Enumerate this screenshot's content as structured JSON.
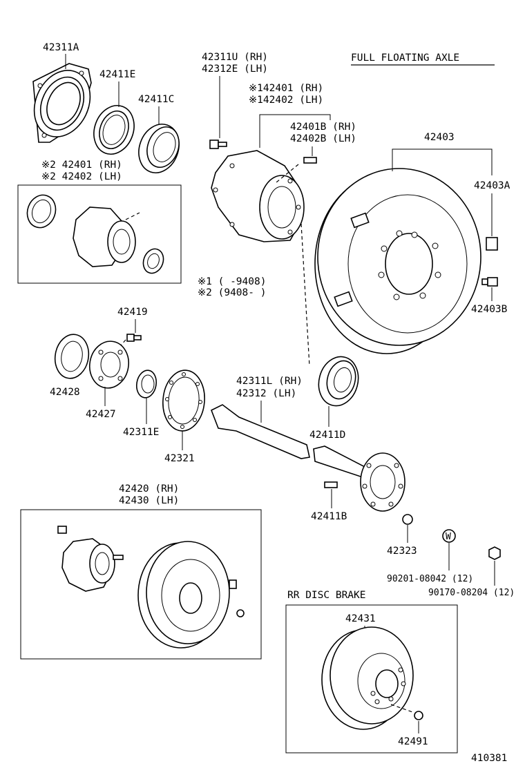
{
  "header": {
    "title": "FULL FLOATING AXLE",
    "diagram_id": "410381"
  },
  "parts": {
    "p42311A": "42311A",
    "p42411E": "42411E",
    "p42411C": "42411C",
    "p42311U": "42311U (RH)",
    "p42312E": "42312E (LH)",
    "p142401": "※142401 (RH)",
    "p142402": "※142402 (LH)",
    "p42401B": "42401B (RH)",
    "p42402B": "42402B (LH)",
    "p42403": "42403",
    "p42403A": "42403A",
    "p42403B": "42403B",
    "p242401": "※2 42401 (RH)",
    "p242402": "※2 42402 (LH)",
    "note1": "※1 (      -9408)",
    "note2": "※2 (9408-      )",
    "p42419": "42419",
    "p42428": "42428",
    "p42427": "42427",
    "p42311E": "42311E",
    "p42321": "42321",
    "p42311L": "42311L (RH)",
    "p42312": "42312   (LH)",
    "p42411D": "42411D",
    "p42411B": "42411B",
    "p42420": "42420 (RH)",
    "p42430": "42430 (LH)",
    "p42323": "42323",
    "p90201": "90201-08042 (12)",
    "p90170": "90170-08204 (12)",
    "rr_disc_brake": "RR DISC BRAKE",
    "p42431": "42431",
    "p42491": "42491"
  },
  "icons": {
    "washer_mark": "W"
  }
}
